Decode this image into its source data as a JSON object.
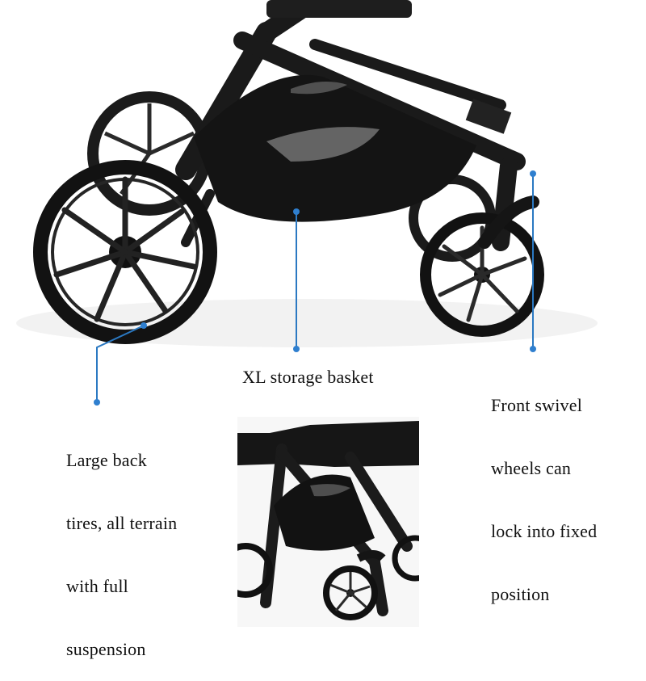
{
  "annotations": [
    {
      "id": "basket",
      "text": "XL storage basket"
    },
    {
      "id": "tires",
      "lines": [
        "Large back",
        "tires, all terrain",
        "with full",
        "suspension"
      ]
    },
    {
      "id": "front",
      "lines": [
        "Front swivel",
        "wheels can",
        "lock into fixed",
        "position"
      ]
    }
  ],
  "colors": {
    "background": "#ffffff",
    "frame": "#1a1a1a",
    "callout_line": "#2b79c2",
    "callout_dot": "#2f7fcf",
    "text": "#111111"
  },
  "inset_photo": {
    "subject": "stroller close-up showing basket and front wheels"
  }
}
